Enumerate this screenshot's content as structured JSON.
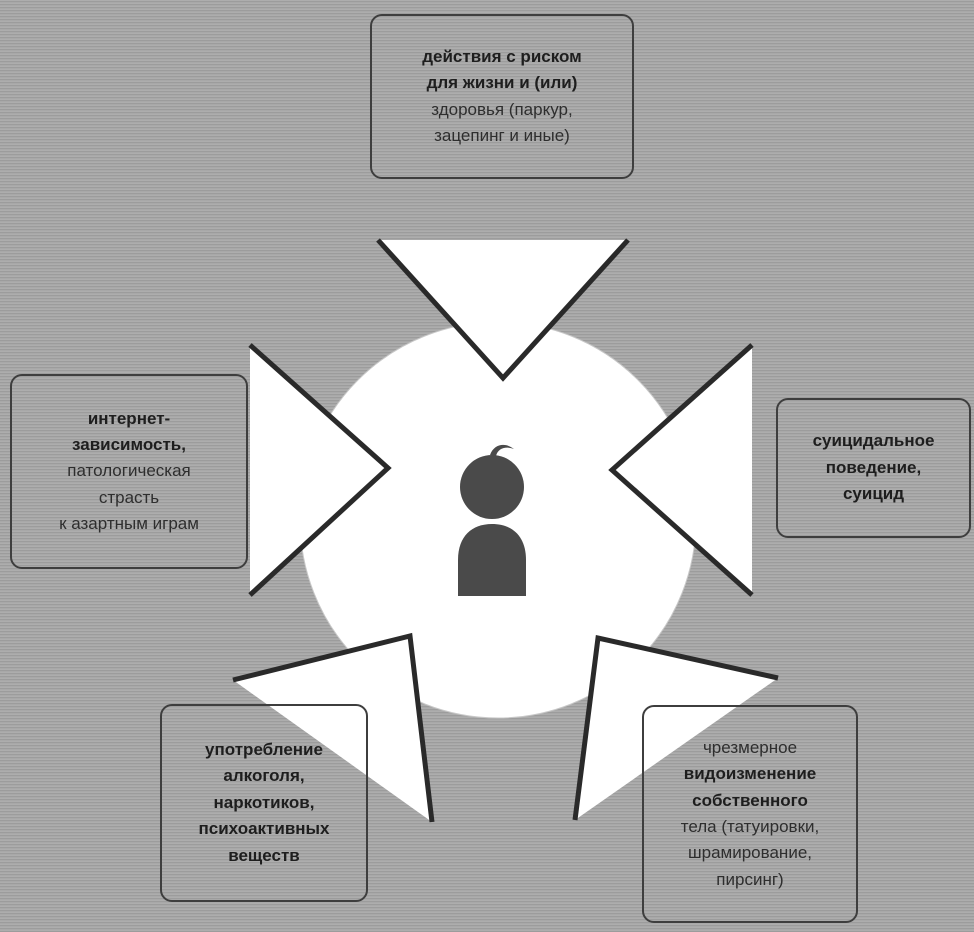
{
  "diagram": {
    "center_icon": "person-icon",
    "colors": {
      "background": "#a4a4a4",
      "circle": "#ffffff",
      "outline": "#2a2a2a",
      "person": "#4a4a4a"
    },
    "boxes": {
      "top": [
        {
          "text": "действия с риском",
          "bold": true
        },
        {
          "text": "для жизни и (или)",
          "bold": true
        },
        {
          "text": "здоровья (паркур,",
          "bold": false
        },
        {
          "text": "зацепинг и иные)",
          "bold": false
        }
      ],
      "left": [
        {
          "text": "интернет-",
          "bold": true
        },
        {
          "text": "зависимость,",
          "bold": true
        },
        {
          "text": "патологическая",
          "bold": false
        },
        {
          "text": "страсть",
          "bold": false
        },
        {
          "text": "к азартным играм",
          "bold": false
        }
      ],
      "right": [
        {
          "text": "суицидальное",
          "bold": true
        },
        {
          "text": "поведение,",
          "bold": true
        },
        {
          "text": "суицид",
          "bold": true
        }
      ],
      "bottom_left": [
        {
          "text": "употребление",
          "bold": true
        },
        {
          "text": "алкоголя,",
          "bold": true
        },
        {
          "text": "наркотиков,",
          "bold": true
        },
        {
          "text": "психоактивных",
          "bold": true
        },
        {
          "text": "веществ",
          "bold": true
        }
      ],
      "bottom_right": [
        {
          "text": "чрезмерное",
          "bold": false
        },
        {
          "text": "видоизменение",
          "bold": true
        },
        {
          "text": "собственного",
          "bold": true
        },
        {
          "text": "тела (татуировки,",
          "bold": false
        },
        {
          "text": "шрамирование,",
          "bold": false
        },
        {
          "text": "пирсинг)",
          "bold": false
        }
      ]
    }
  }
}
